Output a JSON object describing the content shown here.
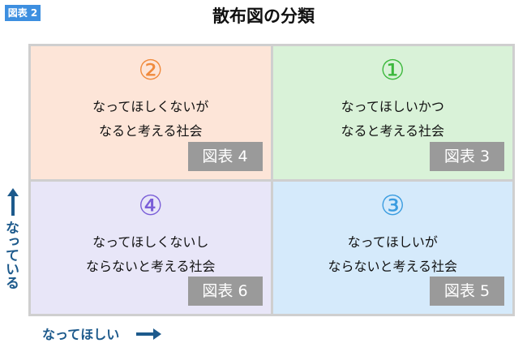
{
  "tag": "図表 2",
  "title": "散布図の分類",
  "quadrants": [
    {
      "num": "②",
      "line1": "なってほしくないが",
      "line2": "なると考える社会",
      "badge": "図表 4",
      "bg": "#fde5d8",
      "color": "#f08a3c"
    },
    {
      "num": "①",
      "line1": "なってほしいかつ",
      "line2": "なると考える社会",
      "badge": "図表 3",
      "bg": "#d9f2d8",
      "color": "#3cb83c"
    },
    {
      "num": "④",
      "line1": "なってほしくないし",
      "line2": "ならないと考える社会",
      "badge": "図表 6",
      "bg": "#e8e6f8",
      "color": "#7a5ed8"
    },
    {
      "num": "③",
      "line1": "なってほしいが",
      "line2": "ならないと考える社会",
      "badge": "図表 5",
      "bg": "#d5eafb",
      "color": "#3a9ce0"
    }
  ],
  "y_axis": "なっている",
  "x_axis": "なってほしい"
}
